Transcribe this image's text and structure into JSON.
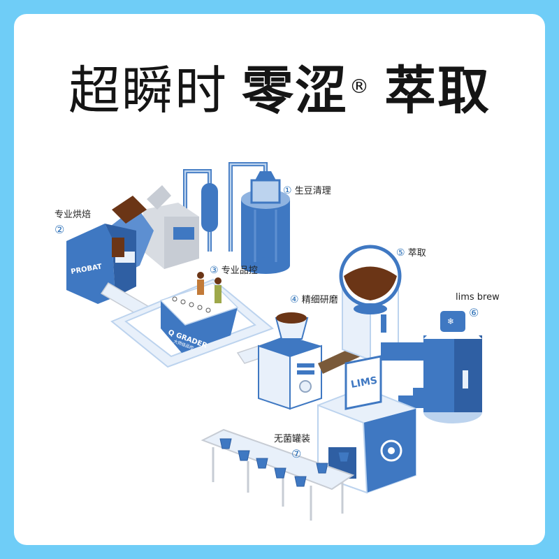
{
  "title": {
    "part1": "超瞬时",
    "part2": "零涩",
    "registered": "®",
    "part3": "萃取"
  },
  "steps": [
    {
      "num": "①",
      "label": "生豆清理"
    },
    {
      "num": "②",
      "label": "专业烘焙"
    },
    {
      "num": "③",
      "label": "专业品控"
    },
    {
      "num": "④",
      "label": "精细研磨"
    },
    {
      "num": "⑤",
      "label": "萃取"
    },
    {
      "num": "⑥",
      "label": "lims brew"
    },
    {
      "num": "⑦",
      "label": "无菌罐装"
    }
  ],
  "machines": {
    "roaster_brand": "PROBAT",
    "grader_brand": "Q GRADER",
    "grader_sub": "大师级品控",
    "lims_sign": "LIMS"
  },
  "colors": {
    "background": "#6fcdf7",
    "brand_blue": "#3f78c2",
    "light_blue": "#bcd3ee",
    "pale_blue": "#e8f0fa",
    "coffee": "#6b3516"
  }
}
